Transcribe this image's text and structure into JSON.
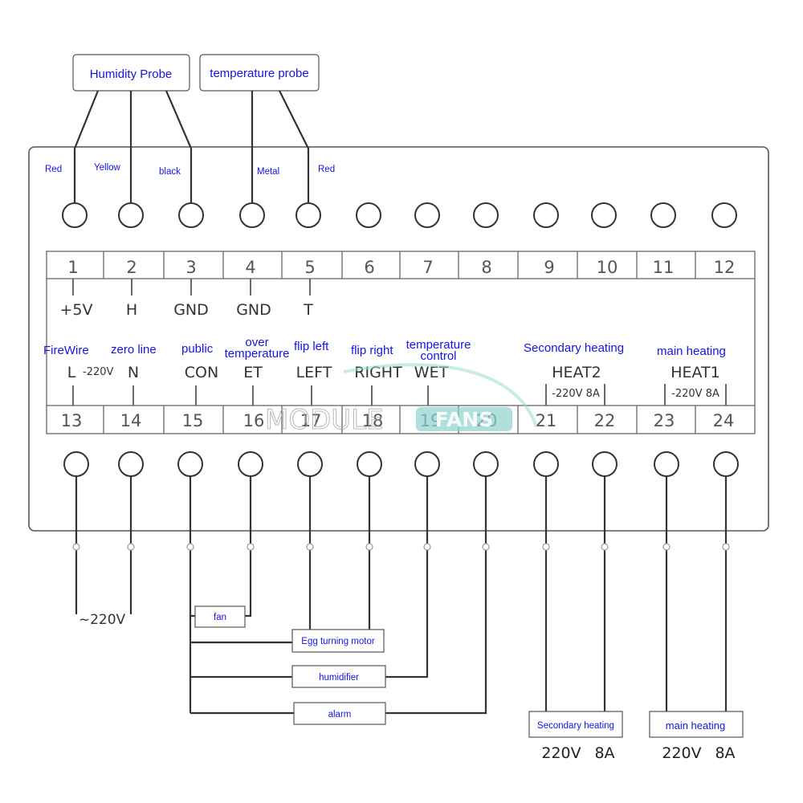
{
  "probes": {
    "humidity": {
      "label": "Humidity Probe"
    },
    "temperature": {
      "label": "temperature probe"
    }
  },
  "wire_colors": [
    "Red",
    "Yellow",
    "black",
    "Metal",
    "Red"
  ],
  "terminals": {
    "top": [
      "1",
      "2",
      "3",
      "4",
      "5",
      "6",
      "7",
      "8",
      "9",
      "10",
      "11",
      "12"
    ],
    "bottom": [
      "13",
      "14",
      "15",
      "16",
      "17",
      "18",
      "19",
      "20",
      "21",
      "22",
      "23",
      "24"
    ]
  },
  "top_signals": [
    "+5V",
    "H",
    "GND",
    "GND",
    "T"
  ],
  "functions": {
    "firewire": "FireWire",
    "zero_line": "zero line",
    "public": "public",
    "over_temperature": [
      "over",
      "temperature"
    ],
    "flip_left": "flip left",
    "flip_right": "flip right",
    "temperature_control": [
      "temperature",
      "control"
    ],
    "secondary_heating": "Secondary heating",
    "main_heating": "main heating"
  },
  "bottom_signals": [
    "L",
    "N",
    "CON",
    "ET",
    "LEFT",
    "RIGHT",
    "WET",
    "HEAT2",
    "HEAT1"
  ],
  "line_voltage_note": "-220V",
  "heat_ratings": [
    "-220V 8A",
    "-220V 8A"
  ],
  "supply": {
    "label": "~220V"
  },
  "loads": {
    "fan": "fan",
    "egg_turning_motor": "Egg turning motor",
    "humidifier": "humidifier",
    "alarm": "alarm",
    "secondary_heating": "Secondary heating",
    "main_heating": "main heating"
  },
  "load_ratings": [
    {
      "voltage": "220V",
      "current": "8A"
    },
    {
      "voltage": "220V",
      "current": "8A"
    }
  ],
  "watermark": {
    "brand": "MODULE",
    "brand_box": "FANS"
  },
  "colors": {
    "label_blue": "#1414e6",
    "wire": "#333333",
    "watermark_teal": "#8fd3cf"
  }
}
